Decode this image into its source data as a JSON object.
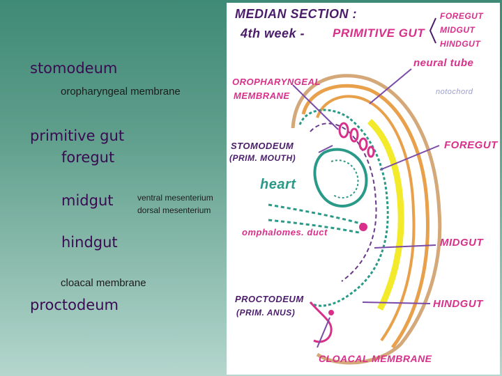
{
  "slide_labels": {
    "stomodeum": "stomodeum",
    "oropharyngeal_membrane": "oropharyngeal membrane",
    "primitive_gut": "primitive gut",
    "foregut": "foregut",
    "midgut": "midgut",
    "ventral_mesenterium": "ventral mesenterium",
    "dorsal_mesenterium": "dorsal mesenterium",
    "hindgut": "hindgut",
    "cloacal_membrane": "cloacal membrane",
    "proctodeum": "proctodeum"
  },
  "drawing": {
    "title_line1": "MEDIAN SECTION :",
    "title_line2": "4th week -",
    "title_line3": "PRIMITIVE GUT",
    "gut_parts": [
      "FOREGUT",
      "MIDGUT",
      "HINDGUT"
    ],
    "neural_tube": "neural tube",
    "notochord": "notochord",
    "oropharyngeal": "OROPHARYNGEAL",
    "membrane": "MEMBRANE",
    "stomodeum": "STOMODEUM",
    "prim_mouth": "(PRIM. MOUTH)",
    "heart": "heart",
    "foregut": "FOREGUT",
    "omphalomes_duct": "omphalomes. duct",
    "midgut": "MIDGUT",
    "proctodeum": "PROCTODEUM",
    "prim_anus": "(PRIM. ANUS)",
    "hindgut": "HINDGUT",
    "cloacal_membrane": "CLOACAL MEMBRANE"
  },
  "colors": {
    "slide_text": "#3a0a52",
    "annotation_pink": "#d8308a",
    "annotation_purple": "#4a1c6a",
    "outline_orange": "#e8a04a",
    "outline_tan": "#d4a878",
    "notochord_yellow": "#f2ea2a",
    "gut_green": "#2a9a88"
  }
}
